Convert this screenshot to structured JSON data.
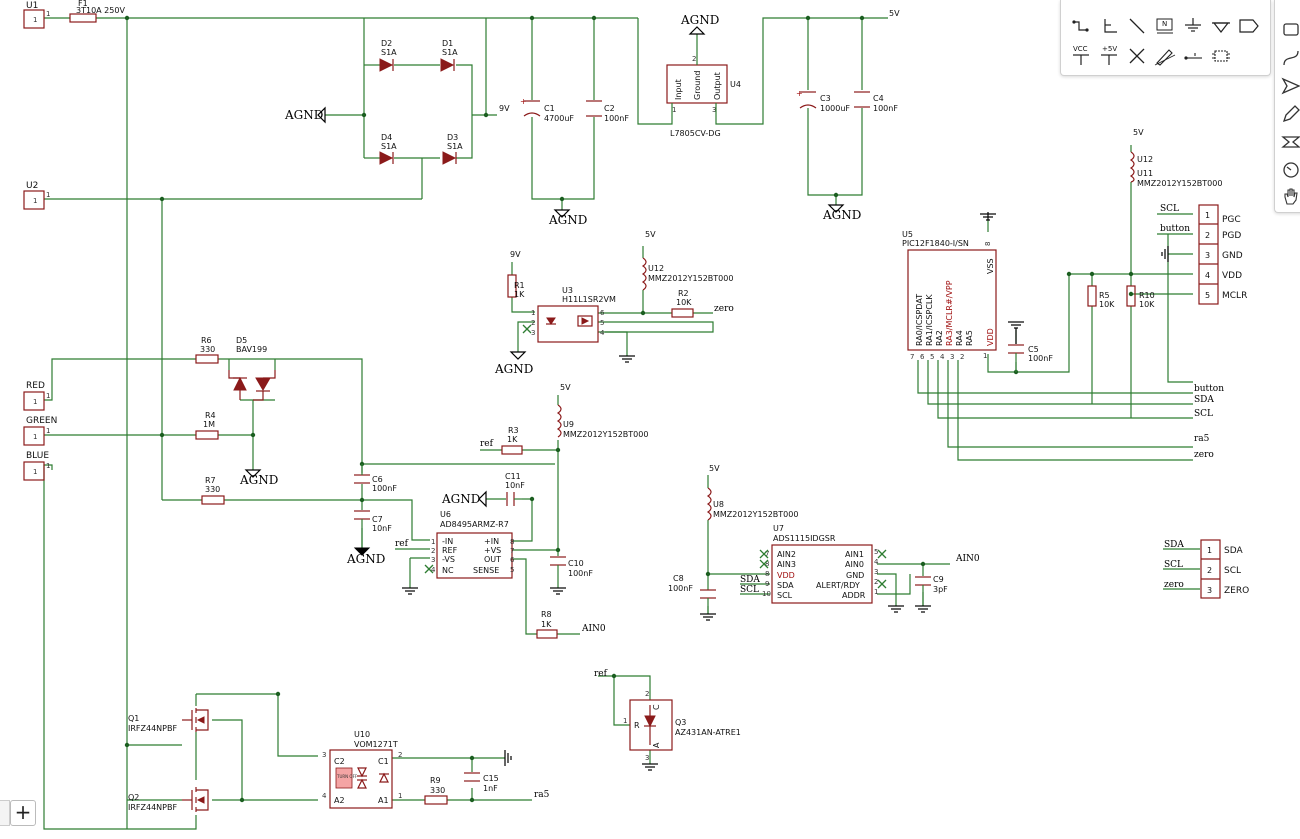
{
  "toolbar": {
    "tools": [
      "wire-tool",
      "bus-entry-tool",
      "line-tool",
      "net-label-tool",
      "ground-tool",
      "ground-arrow-tool",
      "net-port-tool",
      "vcc-tool",
      "plus5v-tool",
      "no-connect-tool",
      "pen-tool",
      "pin-tool",
      "component-tool"
    ],
    "vcc_label": "VCC",
    "plus5v_label": "+5V",
    "net_label_text": "N"
  },
  "side_tools": [
    "window-icon",
    "curve-icon",
    "send-icon",
    "pencil-icon",
    "envelope-icon",
    "clock-icon",
    "hand-icon"
  ],
  "zoom": {
    "plus_label": "+"
  },
  "schematic": {
    "connectors": {
      "U1": {
        "ref": "U1",
        "pin": "1"
      },
      "U2": {
        "ref": "U2",
        "pin": "1"
      },
      "RED": {
        "label": "RED",
        "pin": "1"
      },
      "GREEN": {
        "label": "GREEN",
        "pin": "1"
      },
      "BLUE": {
        "label": "BLUE",
        "pin": "1"
      }
    },
    "fuse": {
      "ref": "F1",
      "value": "3T10A 250V"
    },
    "diodes": [
      {
        "ref": "D2",
        "value": "S1A"
      },
      {
        "ref": "D1",
        "value": "S1A"
      },
      {
        "ref": "D4",
        "value": "S1A"
      },
      {
        "ref": "D3",
        "value": "S1A"
      },
      {
        "ref": "D5",
        "value": "BAV199"
      }
    ],
    "nets": {
      "agnd": "AGND",
      "v9": "9V",
      "v5": "5V",
      "ref": "ref",
      "zero": "zero",
      "ain0": "AIN0",
      "button": "button",
      "sda": "SDA",
      "scl": "SCL",
      "ra5": "ra5",
      "gnd": "GND"
    },
    "capacitors": [
      {
        "ref": "C1",
        "value": "4700uF"
      },
      {
        "ref": "C2",
        "value": "100nF"
      },
      {
        "ref": "C3",
        "value": "1000uF"
      },
      {
        "ref": "C4",
        "value": "100nF"
      },
      {
        "ref": "C5",
        "value": "100nF"
      },
      {
        "ref": "C6",
        "value": "100nF"
      },
      {
        "ref": "C7",
        "value": "10nF"
      },
      {
        "ref": "C8",
        "value": "100nF"
      },
      {
        "ref": "C9",
        "value": "3pF"
      },
      {
        "ref": "C10",
        "value": "100nF"
      },
      {
        "ref": "C11",
        "value": "10nF"
      },
      {
        "ref": "C15",
        "value": "1nF"
      }
    ],
    "resistors": [
      {
        "ref": "R1",
        "value": "1K"
      },
      {
        "ref": "R2",
        "value": "10K"
      },
      {
        "ref": "R3",
        "value": "1K"
      },
      {
        "ref": "R4",
        "value": "1M"
      },
      {
        "ref": "R5",
        "value": "10K"
      },
      {
        "ref": "R6",
        "value": "330"
      },
      {
        "ref": "R7",
        "value": "330"
      },
      {
        "ref": "R8",
        "value": "1K"
      },
      {
        "ref": "R9",
        "value": "330"
      },
      {
        "ref": "R10",
        "value": "10K"
      }
    ],
    "regulator": {
      "ref": "U4",
      "value": "L7805CV-DG",
      "pins": [
        "Input",
        "Ground",
        "Output"
      ],
      "pin_nums": [
        "1",
        "2",
        "3"
      ]
    },
    "optocoupler": {
      "ref": "U3",
      "value": "H11L1SR2VM",
      "pins": [
        "1",
        "2",
        "3",
        "6",
        "5",
        "4"
      ]
    },
    "inductors": [
      {
        "ref": "U12",
        "value": "MMZ2012Y152BT000"
      },
      {
        "ref": "U9",
        "value": "MMZ2012Y152BT000"
      },
      {
        "ref": "U8",
        "value": "MMZ2012Y152BT000"
      },
      {
        "ref": "U12",
        "ref2": "U11",
        "value": "MMZ2012Y152BT000"
      }
    ],
    "mcu": {
      "ref": "U5",
      "value": "PIC12F1840-I/SN",
      "pins_left": [
        "RA0/ICSPDAT",
        "RA1/ICSPCLK",
        "RA2",
        "RA3/MCLR#/VPP",
        "RA4",
        "RA5"
      ],
      "pin_nums": [
        "7",
        "6",
        "5",
        "4",
        "3",
        "2"
      ],
      "vss": "VSS",
      "vss_num": "8",
      "vdd": "VDD",
      "vdd_num": "1"
    },
    "icsp_header": {
      "labels": [
        "PGC",
        "PGD",
        "GND",
        "VDD",
        "MCLR"
      ],
      "pins": [
        "1",
        "2",
        "3",
        "4",
        "5"
      ],
      "nets": [
        "SCL",
        "button"
      ]
    },
    "amp": {
      "ref": "U6",
      "value": "AD8495ARMZ-R7",
      "left": [
        "-IN",
        "REF",
        "-VS",
        "NC"
      ],
      "left_nums": [
        "1",
        "2",
        "3",
        "4"
      ],
      "right": [
        "+IN",
        "+VS",
        "OUT",
        "SENSE"
      ],
      "right_nums": [
        "8",
        "7",
        "6",
        "5"
      ]
    },
    "adc": {
      "ref": "U7",
      "value": "ADS1115IDGSR",
      "left": [
        "AIN2",
        "AIN3",
        "VDD",
        "SDA",
        "SCL"
      ],
      "left_nums": [
        "7",
        "8",
        "8",
        "9",
        "10"
      ],
      "right": [
        "AIN1",
        "AIN0",
        "GND",
        "ALERT/RDY",
        "ADDR"
      ],
      "right_nums": [
        "5",
        "4",
        "3",
        "2",
        "1"
      ]
    },
    "i2c_header": {
      "labels": [
        "SDA",
        "SCL",
        "ZERO"
      ],
      "pins": [
        "1",
        "2",
        "3"
      ],
      "nets": [
        "SDA",
        "SCL",
        "zero"
      ]
    },
    "shunt_ref": {
      "ref": "Q3",
      "value": "AZ431AN-ATRE1",
      "pins": [
        "1",
        "2",
        "3"
      ],
      "letters": [
        "R",
        "C",
        "A"
      ]
    },
    "mosfets": [
      {
        "ref": "Q1",
        "value": "IRFZ44NPBF"
      },
      {
        "ref": "Q2",
        "value": "IRFZ44NPBF"
      }
    ],
    "photorelay": {
      "ref": "U10",
      "value": "VOM1271T",
      "pins": [
        "3",
        "2",
        "4",
        "1"
      ],
      "inner": [
        "C2",
        "C1",
        "A2",
        "A1"
      ],
      "chip_label": "TURN OFF"
    }
  }
}
